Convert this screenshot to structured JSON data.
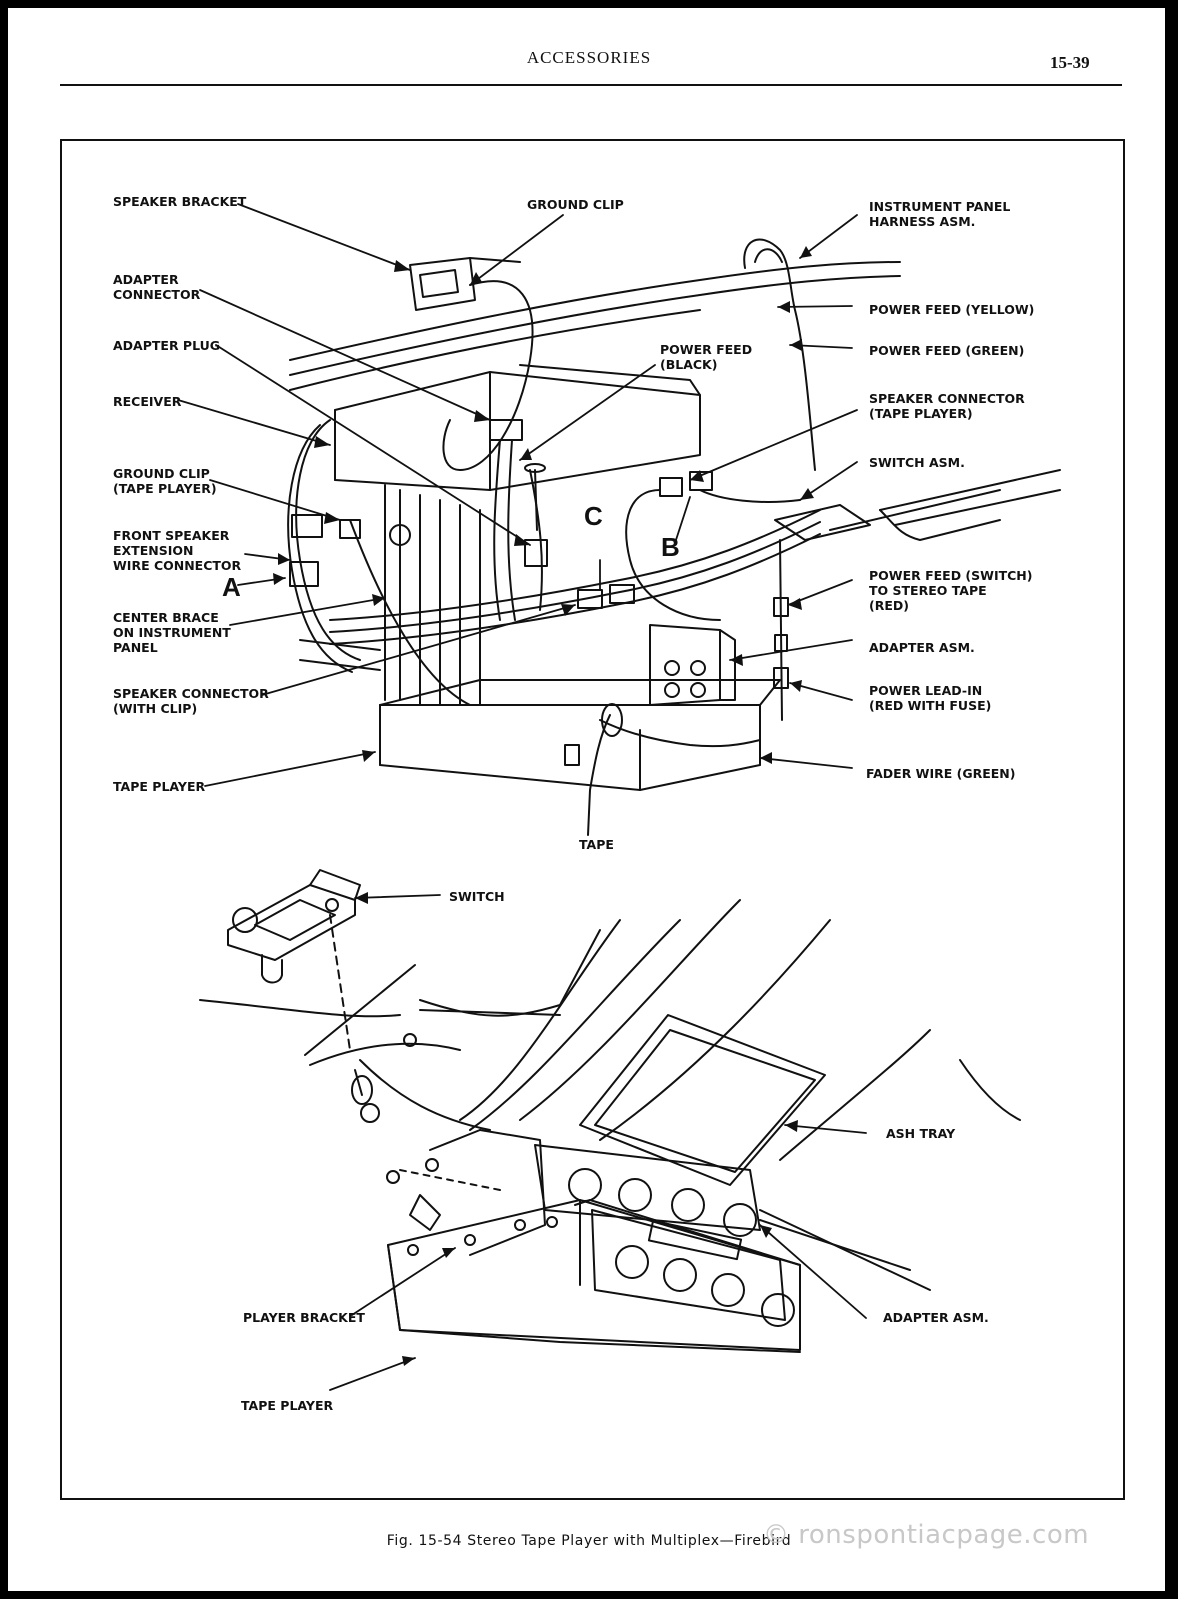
{
  "header": {
    "title": "ACCESSORIES",
    "page": "15-39"
  },
  "figure": {
    "caption": "Fig. 15-54   Stereo Tape Player with Multiplex—Firebird",
    "watermark": "© ronspontiacpage.com",
    "callouts": {
      "a": "A",
      "b": "B",
      "c": "C"
    },
    "top_labels": {
      "speaker_bracket": "SPEAKER BRACKET",
      "ground_clip": "GROUND CLIP",
      "instrument_panel_harness": "INSTRUMENT PANEL\nHARNESS ASM.",
      "adapter_connector": "ADAPTER\nCONNECTOR",
      "power_feed_yellow": "POWER FEED (YELLOW)",
      "adapter_plug": "ADAPTER PLUG",
      "power_feed_black": "POWER FEED\n(BLACK)",
      "power_feed_green": "POWER FEED (GREEN)",
      "receiver": "RECEIVER",
      "speaker_connector_tape": "SPEAKER CONNECTOR\n(TAPE PLAYER)",
      "switch_asm": "SWITCH ASM.",
      "ground_clip_tape": "GROUND CLIP\n(TAPE PLAYER)",
      "front_speaker_ext": "FRONT SPEAKER\nEXTENSION\nWIRE CONNECTOR",
      "power_feed_switch": "POWER FEED (SWITCH)\nTO STEREO TAPE\n(RED)",
      "center_brace": "CENTER BRACE\nON INSTRUMENT\nPANEL",
      "adapter_asm_top": "ADAPTER ASM.",
      "speaker_connector_clip": "SPEAKER CONNECTOR\n(WITH CLIP)",
      "power_lead_in": "POWER LEAD-IN\n(RED WITH FUSE)",
      "tape_player_top": "TAPE PLAYER",
      "fader_wire": "FADER WIRE (GREEN)",
      "tape": "TAPE"
    },
    "bottom_labels": {
      "switch": "SWITCH",
      "ash_tray": "ASH TRAY",
      "player_bracket": "PLAYER BRACKET",
      "adapter_asm_bottom": "ADAPTER ASM.",
      "tape_player_bottom": "TAPE PLAYER"
    }
  }
}
